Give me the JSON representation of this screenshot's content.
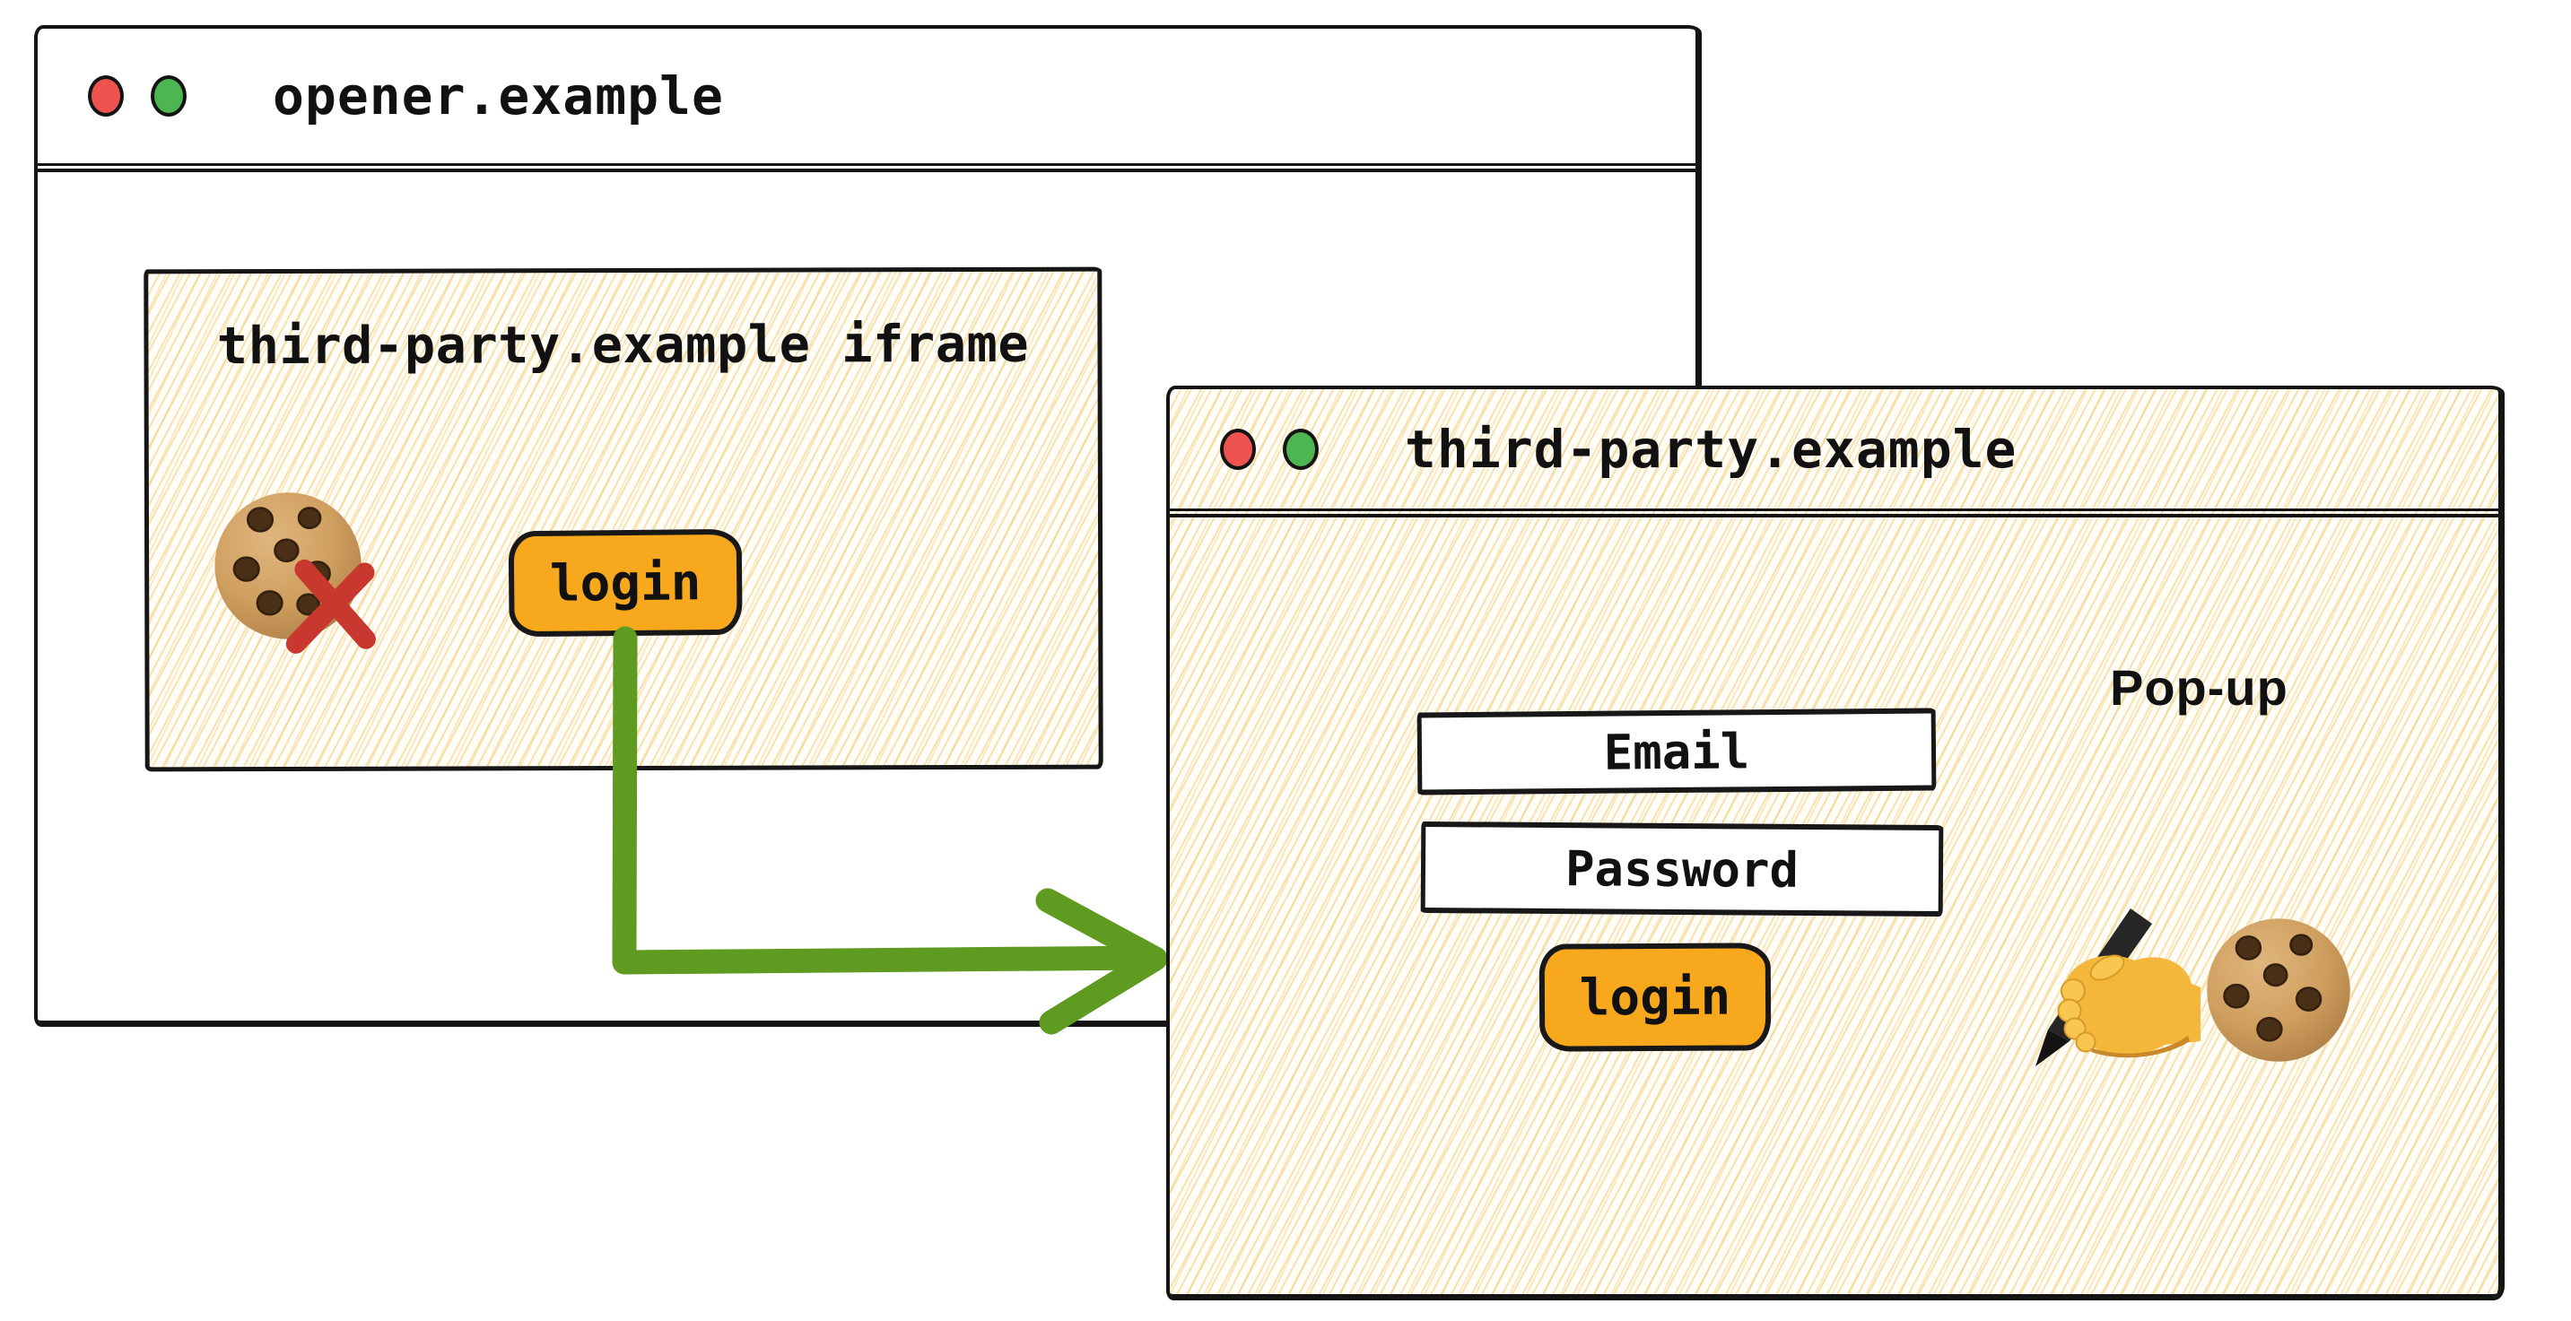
{
  "opener_window": {
    "title": "opener.example",
    "iframe": {
      "label": "third-party.example iframe",
      "login_button_label": "login"
    }
  },
  "popup_window": {
    "title": "third-party.example",
    "heading": "Pop-up",
    "email_field_label": "Email",
    "password_field_label": "Password",
    "login_button_label": "login"
  },
  "icons": {
    "opener_traffic_lights": [
      "red",
      "green"
    ],
    "popup_traffic_lights": [
      "red",
      "green"
    ],
    "iframe_icons": [
      "cookie-icon",
      "red-cross-icon"
    ],
    "popup_icons": [
      "writing-hand-icon",
      "cookie-icon"
    ]
  },
  "colors": {
    "login_button_orange": "#f7a81c",
    "arrow_green": "#5e9b20",
    "cross_red": "#c8382e",
    "traffic_red": "#ef5350",
    "traffic_green": "#4db551",
    "hatch_yellow": "#f2c973",
    "ink_black": "#141414"
  }
}
